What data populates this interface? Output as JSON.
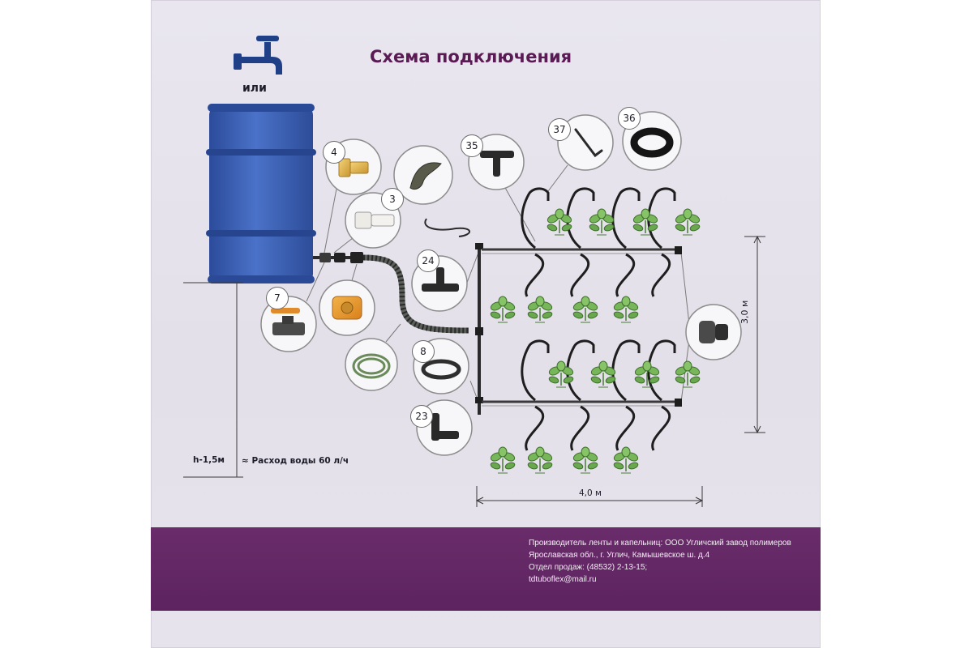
{
  "title": "Схема подключения",
  "or_label": "или",
  "height_label": "h-1,5м",
  "flow_label": "≈ Расход воды 60 л/ч",
  "dimension_height": "3,0 м",
  "dimension_width": "4,0 м",
  "parts": [
    {
      "number": "4",
      "icon": "adapter-icon"
    },
    {
      "number": "3",
      "icon": "tap-connector-icon"
    },
    {
      "number": "7",
      "icon": "ball-valve-icon"
    },
    {
      "number": "24",
      "icon": "tee-icon"
    },
    {
      "number": "8",
      "icon": "tape-roll-icon"
    },
    {
      "number": "23",
      "icon": "elbow-icon"
    },
    {
      "number": "35",
      "icon": "mini-tee-icon"
    },
    {
      "number": "37",
      "icon": "awl-icon"
    },
    {
      "number": "36",
      "icon": "seal-ring-icon"
    }
  ],
  "unnumbered_parts": [
    "dropper-icon",
    "quick-connector-icon",
    "hose-coil-icon",
    "end-cap-icon"
  ],
  "footer": {
    "line1": "Производитель ленты и капельниц: ООО Угличский завод полимеров",
    "line2": "Ярославская обл., г. Углич, Камышевское ш. д.4",
    "line3": "Отдел продаж: (48532) 2-13-15;",
    "line4": "tdtuboflex@mail.ru"
  },
  "colors": {
    "barrel": "#3f63b8",
    "title": "#5a1a54",
    "footer": "#5c2360",
    "plants": "#6aa84f",
    "tubing": "#2a2a2a"
  }
}
